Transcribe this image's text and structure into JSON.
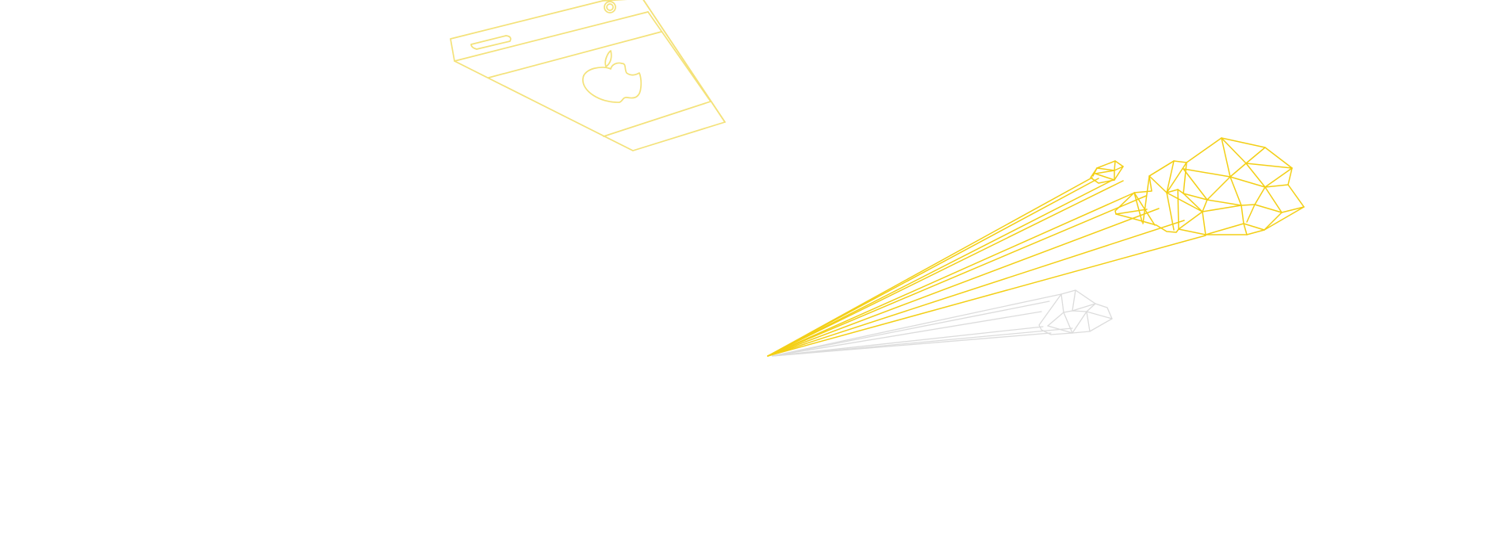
{
  "colors": {
    "background": "#ffffff",
    "device_outline": "#f4e27a",
    "primary_wireframe": "#f3cf16",
    "secondary_wireframe": "#dcdcdc"
  },
  "illustration": {
    "device": "laptop-with-apple-logo-outline",
    "primary_object": "yellow-wireframe-shape-with-beams",
    "secondary_object": "gray-wireframe-shape-with-beams"
  }
}
